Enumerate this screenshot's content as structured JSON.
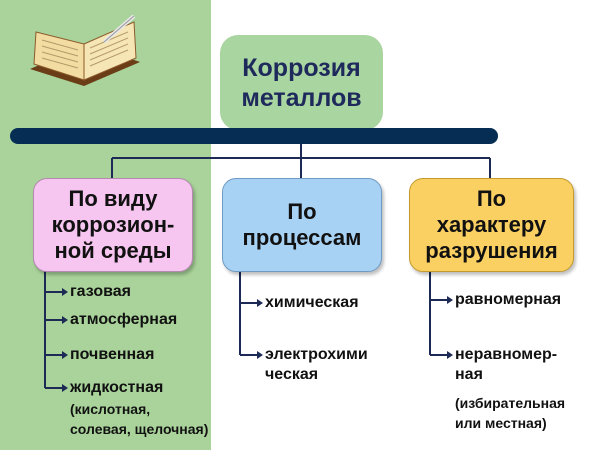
{
  "root": {
    "label": "Коррозия\nметаллов"
  },
  "categories": [
    {
      "label": "По виду\nкоррозион-\nной среды",
      "items": [
        "газовая",
        "атмосферная",
        "почвенная",
        "жидкостная"
      ],
      "note": "(кислотная,\nсолевая, щелочная)"
    },
    {
      "label": "По\nпроцессам",
      "items": [
        "химическая",
        "электрохими\nческая"
      ]
    },
    {
      "label": "По\nхарактеру\nразрушения",
      "items": [
        "равномерная",
        "неравномер-\nная"
      ],
      "note": "(избирательная\nили местная)"
    }
  ],
  "colors": {
    "root": "#a9d5a0",
    "bar": "#062e55",
    "cat1": "#f6c5f0",
    "cat2": "#a8d2f4",
    "cat3": "#fbd063",
    "background_panel": "#a9d39a"
  },
  "icons": {
    "decoration": "open-book-icon"
  }
}
